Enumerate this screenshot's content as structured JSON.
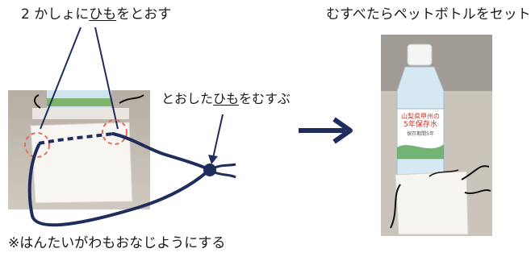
{
  "caption_left": {
    "prefix": "2 かしょに",
    "underlined": "ひも",
    "suffix": "をとおす"
  },
  "caption_middle": {
    "prefix": "とおした",
    "underlined": "ひも",
    "suffix": "をむすぶ"
  },
  "caption_right": "むすべたらペットボトルをセット",
  "note_bottom": "※はんたいがわもおなじようにする",
  "bottle_label": {
    "line1": "山梨県甲州の",
    "line2": "5年保存水",
    "line3": "保存期間5年"
  },
  "colors": {
    "string": "#1f2d5c",
    "circle": "#e36c5c",
    "arrow": "#1f2d5c",
    "label_text": "#c0392b",
    "label_green": "#3f8f3f"
  }
}
